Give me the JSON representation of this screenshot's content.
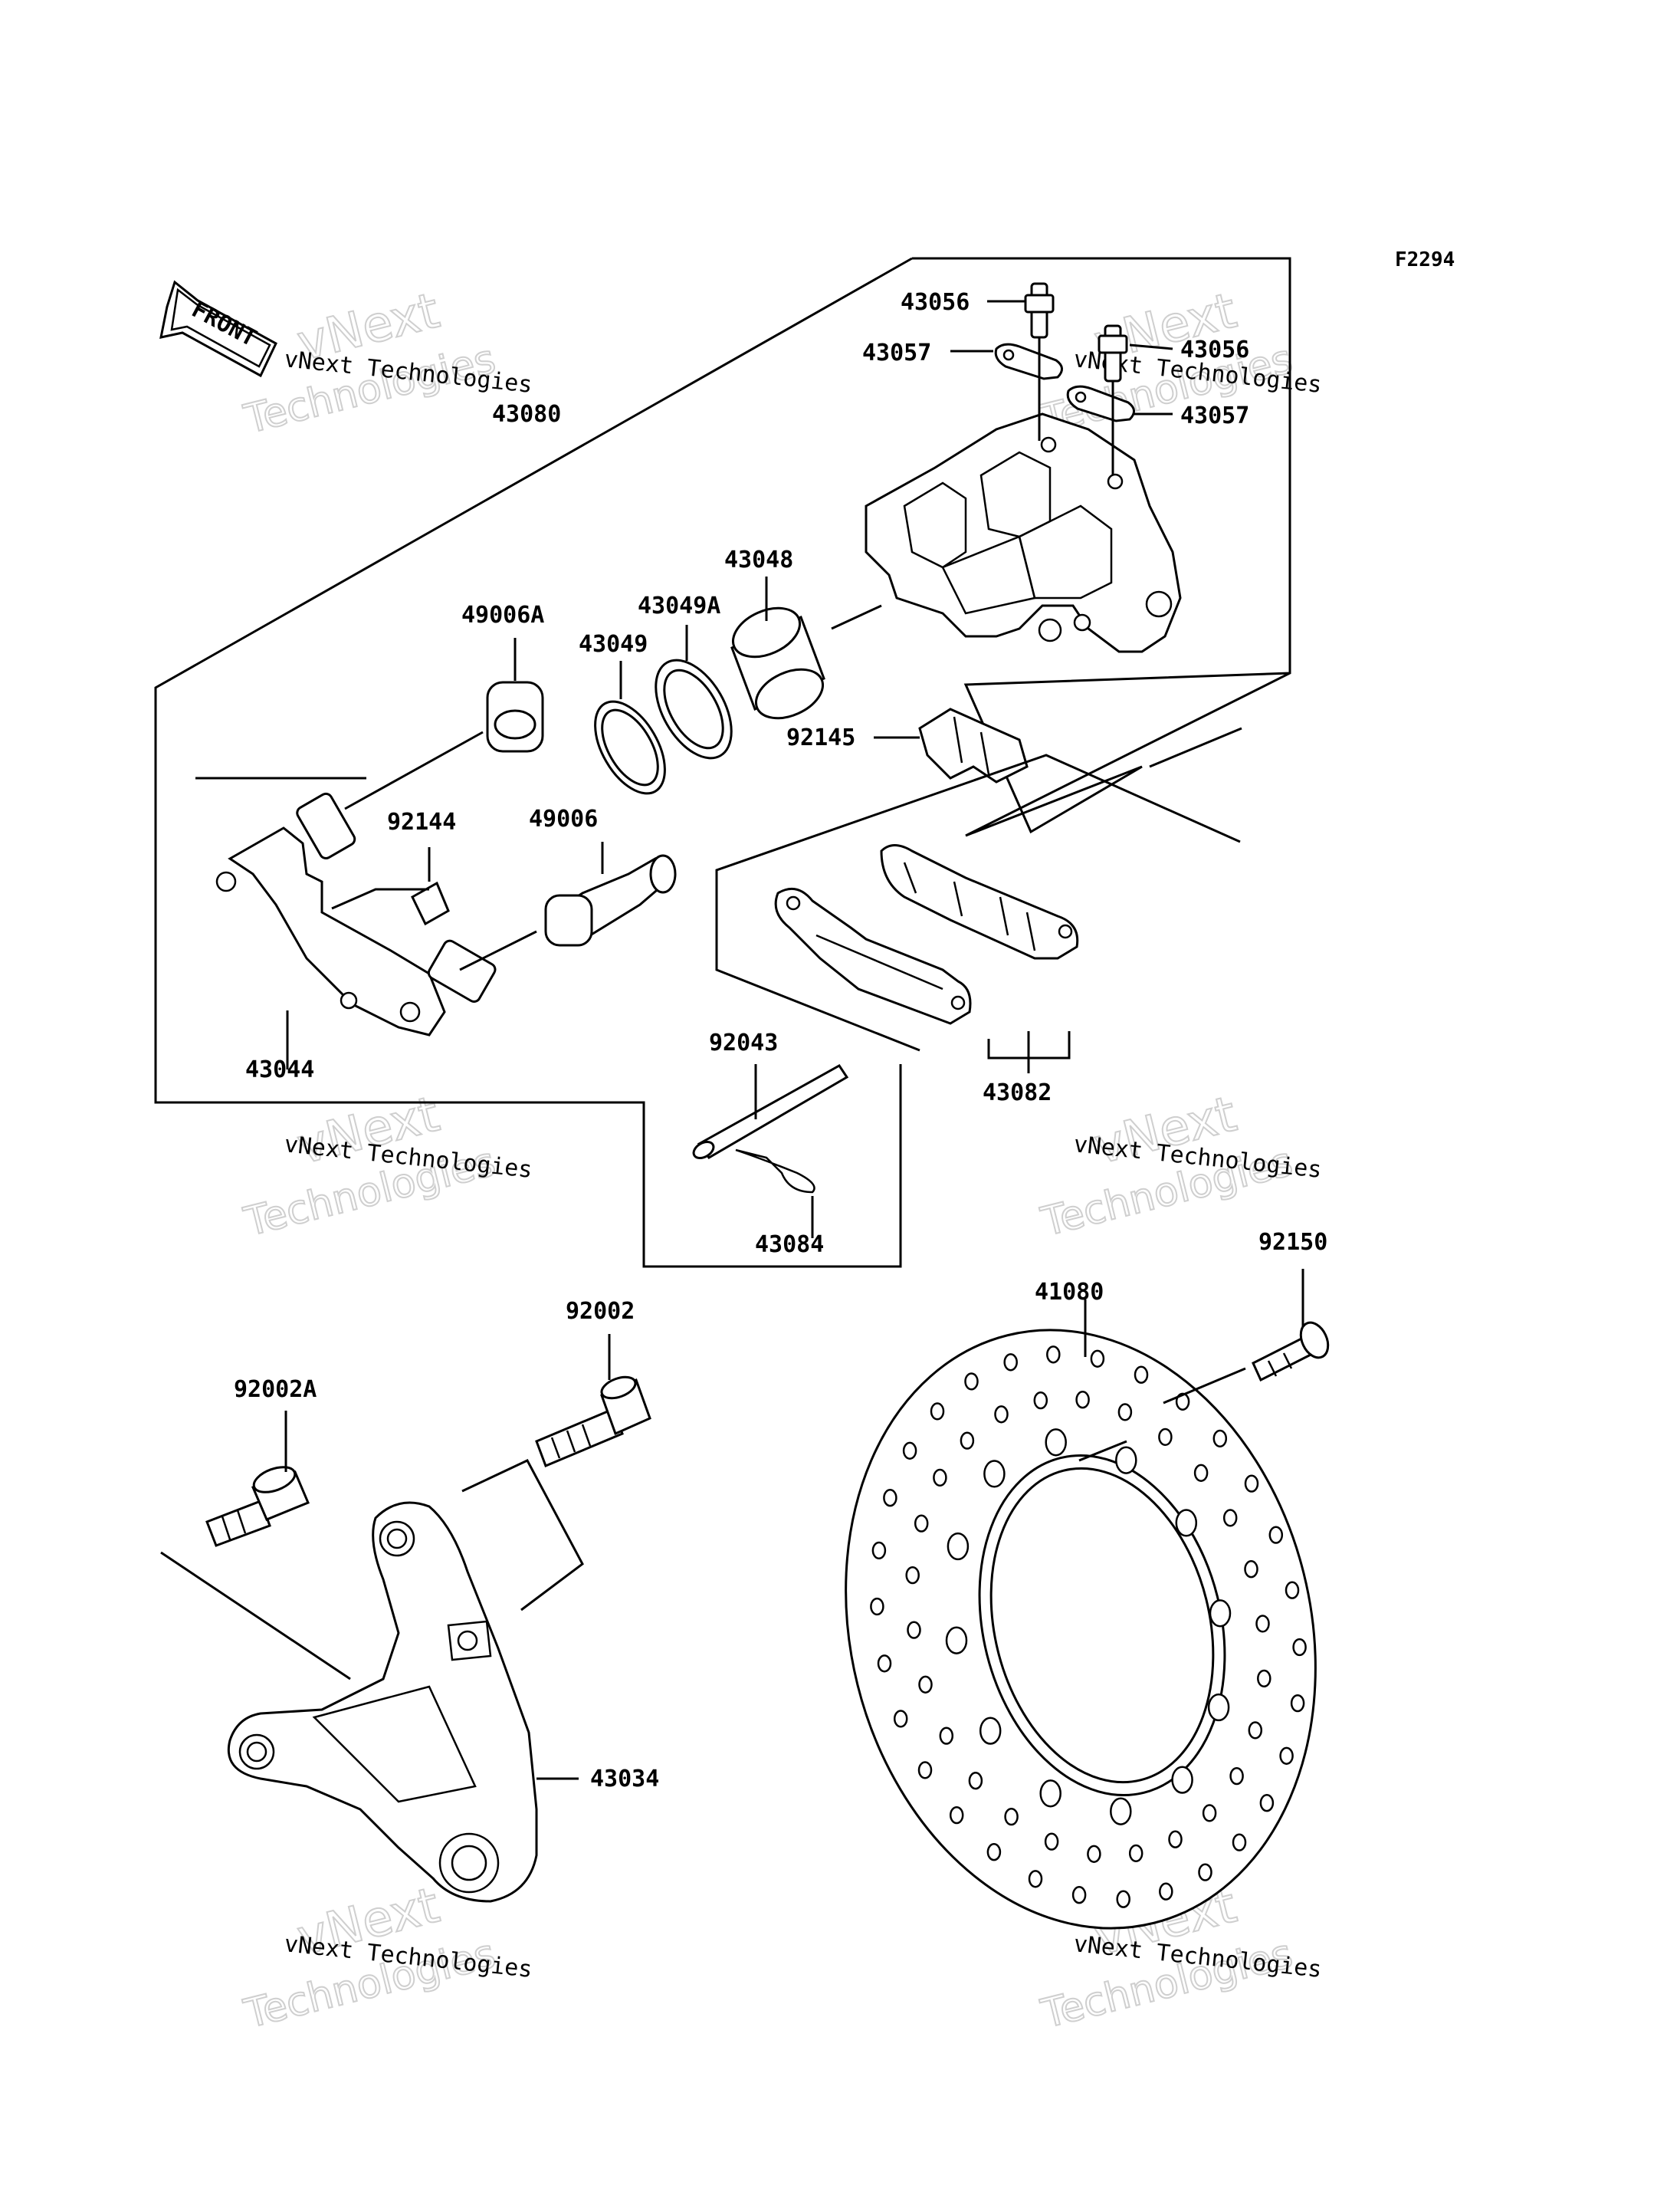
{
  "ref_code": "F2294",
  "front_label": "FRONT",
  "watermark": {
    "line1": "vNext Technologies",
    "line2": "vNext",
    "line3": "Technologies"
  },
  "parts": {
    "p43056a": "43056",
    "p43056b": "43056",
    "p43057a": "43057",
    "p43057b": "43057",
    "p43080": "43080",
    "p43048": "43048",
    "p43049A": "43049A",
    "p43049": "43049",
    "p49006A": "49006A",
    "p92145": "92145",
    "p92144": "92144",
    "p49006": "49006",
    "p43044": "43044",
    "p92043": "92043",
    "p43082": "43082",
    "p43084": "43084",
    "p92150": "92150",
    "p41080": "41080",
    "p92002": "92002",
    "p92002A": "92002A",
    "p43034": "43034"
  }
}
